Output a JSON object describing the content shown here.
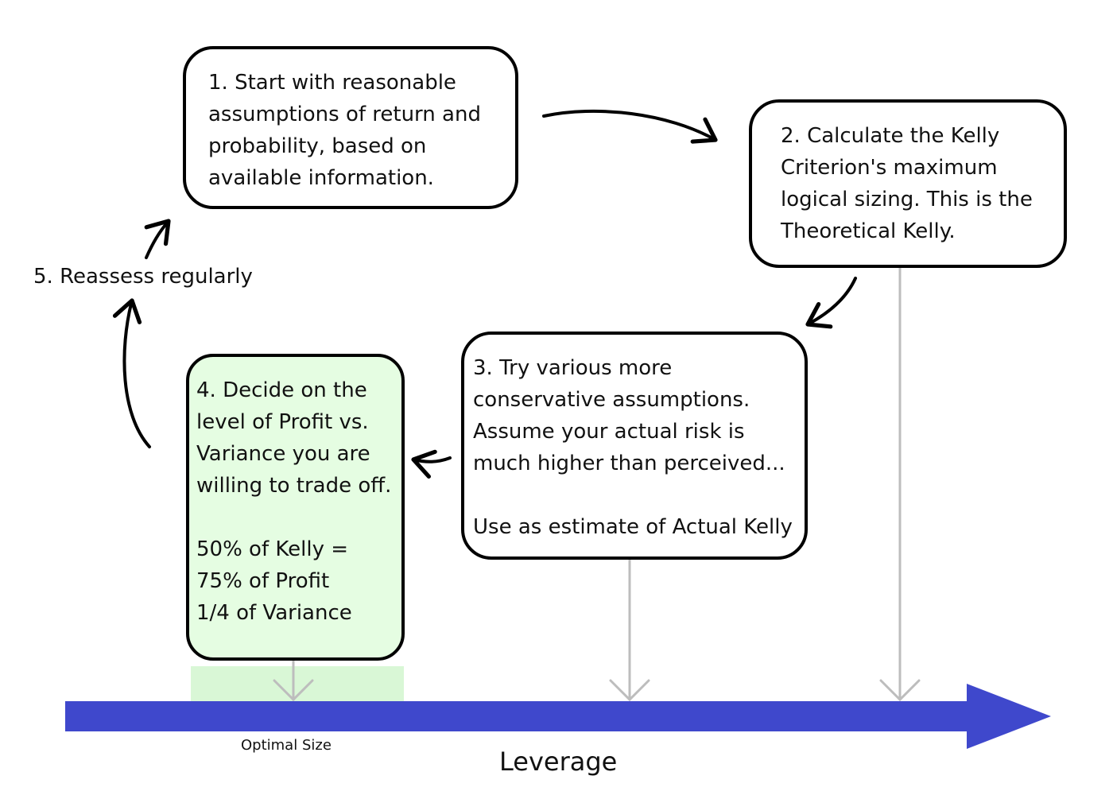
{
  "colors": {
    "axis_fill": "#3f48cc",
    "optimal_band": "#d9f7d6",
    "box4_fill": "#e5fde2",
    "pointer_gray": "#bdbdbd",
    "outline": "#000000"
  },
  "steps": {
    "step1": {
      "lines": [
        "1. Start with reasonable",
        "assumptions of return and",
        "probability, based on",
        "available information."
      ]
    },
    "step2": {
      "lines": [
        "2. Calculate the Kelly",
        "Criterion's maximum",
        "logical sizing.  This is the",
        "Theoretical Kelly."
      ]
    },
    "step3": {
      "lines": [
        "3. Try various more",
        "conservative assumptions.",
        "Assume your actual risk is",
        "much higher than perceived...",
        "",
        "Use  as estimate of Actual Kelly"
      ]
    },
    "step4": {
      "lines": [
        "4. Decide on the",
        "level of Profit vs.",
        "Variance you are",
        "willing to trade off.",
        "",
        "50% of Kelly =",
        "75% of Profit",
        "1/4 of Variance"
      ]
    },
    "step5": {
      "label": "5. Reassess regularly"
    }
  },
  "axis": {
    "label": "Leverage",
    "optimal_label": "Optimal Size"
  },
  "icons": [
    "curved-arrow",
    "down-pointer-arrow",
    "axis-arrow"
  ]
}
